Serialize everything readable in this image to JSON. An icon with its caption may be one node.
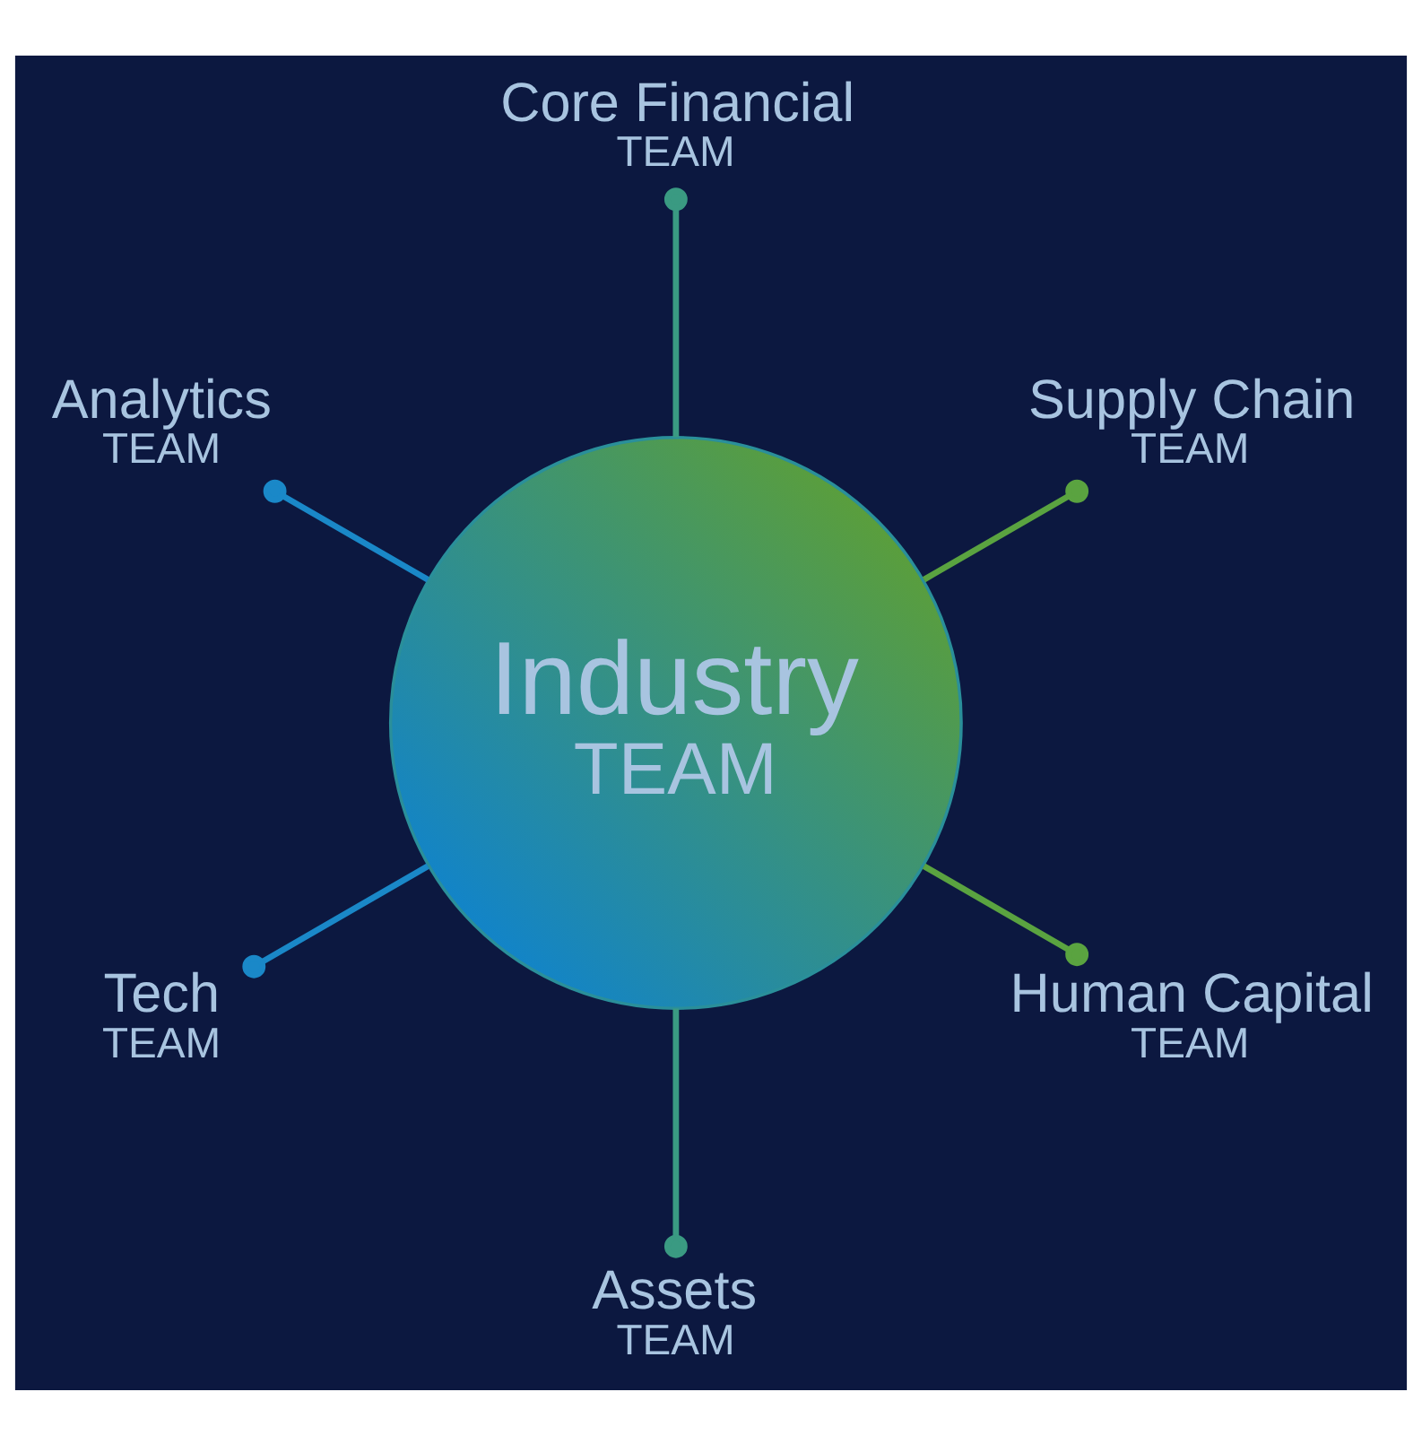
{
  "diagram": {
    "nodes": [
      {
        "text": [
          "Core Financial",
          "TEAM"
        ]
      },
      {
        "text": [
          "Analytics",
          "TEAM"
        ]
      },
      {
        "text": [
          "Supply Chain",
          "TEAM"
        ]
      },
      {
        "text": [
          "Industry",
          "TEAM"
        ]
      },
      {
        "text": [
          "Tech",
          "TEAM"
        ]
      },
      {
        "text": [
          "Human Capital",
          "TEAM"
        ]
      },
      {
        "text": [
          "Assets",
          "TEAM"
        ]
      }
    ],
    "edges": [
      {
        "from": 3,
        "to": 2,
        "arrow": "other",
        "color": "#5aa340"
      },
      {
        "from": 3,
        "to": 0,
        "arrow": "other",
        "color": "#3a9a82"
      },
      {
        "from": 3,
        "to": 1,
        "arrow": "other",
        "color": "#1a88c8"
      },
      {
        "from": 3,
        "to": 4,
        "arrow": "other",
        "color": "#1a88c8"
      },
      {
        "from": 3,
        "to": 6,
        "arrow": "other",
        "color": "#3a9a82"
      },
      {
        "from": 3,
        "to": 5,
        "arrow": "other",
        "color": "#5aa340"
      }
    ]
  }
}
